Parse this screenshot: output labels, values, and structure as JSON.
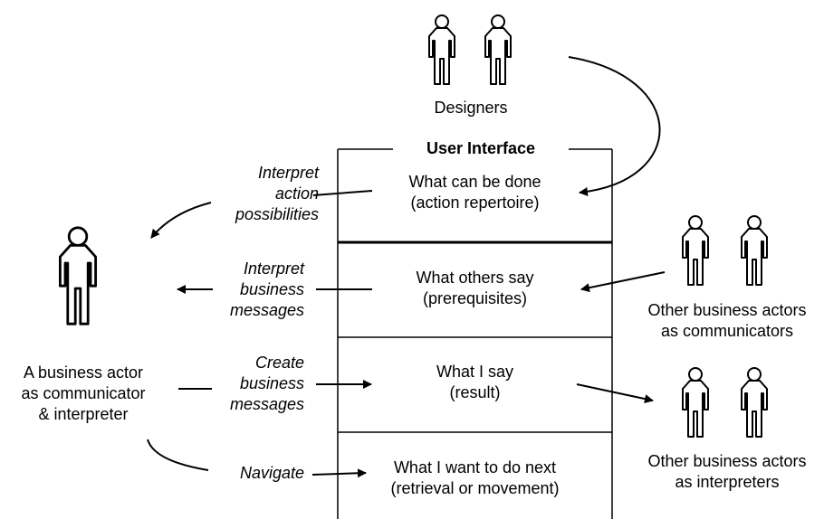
{
  "designers": {
    "label": "Designers"
  },
  "ui": {
    "title": "User Interface",
    "sections": [
      {
        "line1": "What can be done",
        "line2": "(action repertoire)"
      },
      {
        "line1": "What others say",
        "line2": "(prerequisites)"
      },
      {
        "line1": "What I say",
        "line2": "(result)"
      },
      {
        "line1": "What I want to do next",
        "line2": "(retrieval or movement)"
      }
    ]
  },
  "actions": [
    {
      "line1": "Interpret",
      "line2": "action",
      "line3": "possibilities"
    },
    {
      "line1": "Interpret",
      "line2": "business",
      "line3": "messages"
    },
    {
      "line1": "Create",
      "line2": "business",
      "line3": "messages"
    },
    {
      "line1": "Navigate"
    }
  ],
  "main_actor": {
    "line1": "A business actor",
    "line2": "as communicator",
    "line3": "& interpreter"
  },
  "communicators": {
    "line1": "Other business actors",
    "line2": "as communicators"
  },
  "interpreters": {
    "line1": "Other business actors",
    "line2": "as interpreters"
  }
}
